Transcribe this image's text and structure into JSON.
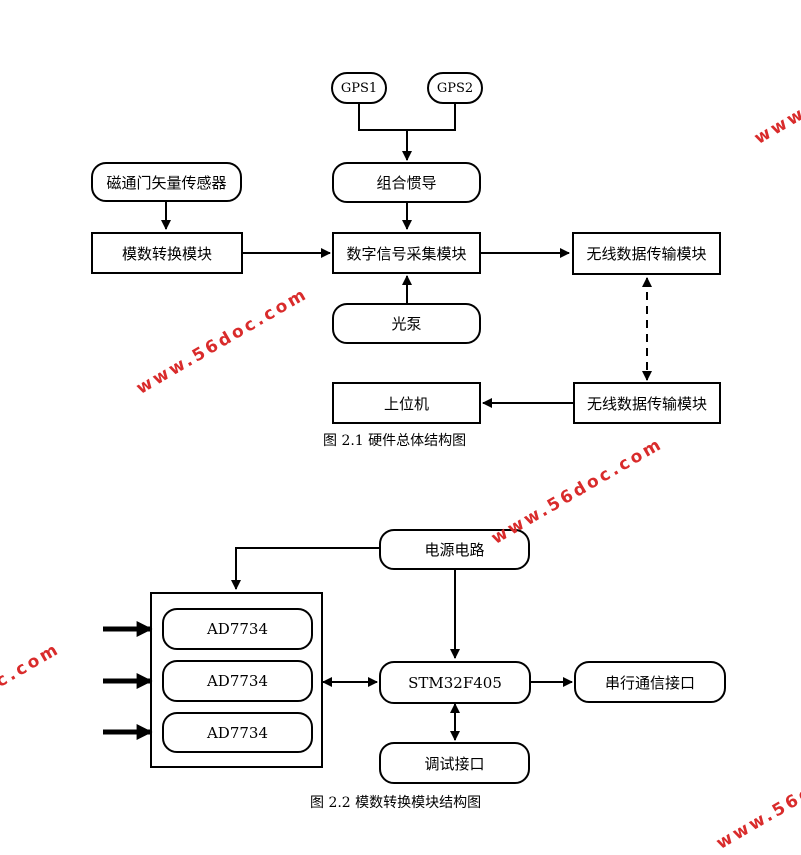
{
  "diagram1": {
    "nodes": {
      "gps1": "GPS1",
      "gps2": "GPS2",
      "ins": "组合惯导",
      "magnetometer": "磁通门矢量传感器",
      "adc_module": "模数转换模块",
      "acquisition": "数字信号采集模块",
      "wireless_tx": "无线数据传输模块",
      "optical_pump": "光泵",
      "host": "上位机",
      "wireless_rx": "无线数据传输模块"
    },
    "caption": "图 2.1  硬件总体结构图"
  },
  "diagram2": {
    "nodes": {
      "power": "电源电路",
      "ad1": "AD7734",
      "ad2": "AD7734",
      "ad3": "AD7734",
      "mcu": "STM32F405",
      "serial": "串行通信接口",
      "debug": "调试接口"
    },
    "caption": "图 2.2  模数转换模块结构图"
  },
  "watermark": "www.56doc.com"
}
